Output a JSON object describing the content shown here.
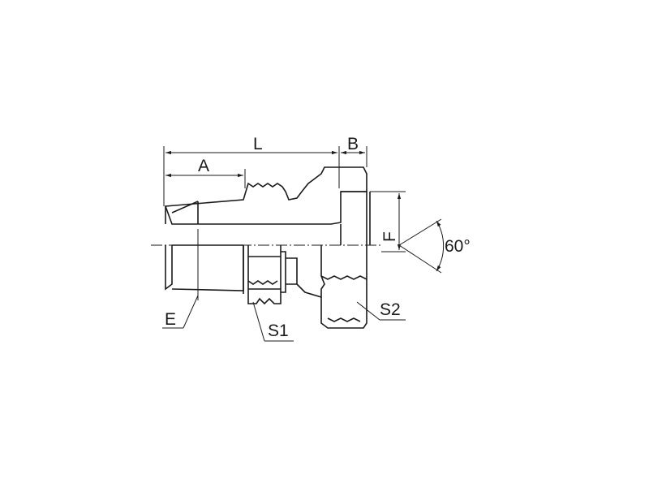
{
  "labels": {
    "L": "L",
    "A": "A",
    "B": "B",
    "F": "F",
    "E": "E",
    "S1": "S1",
    "S2": "S2",
    "angle": "60°"
  }
}
